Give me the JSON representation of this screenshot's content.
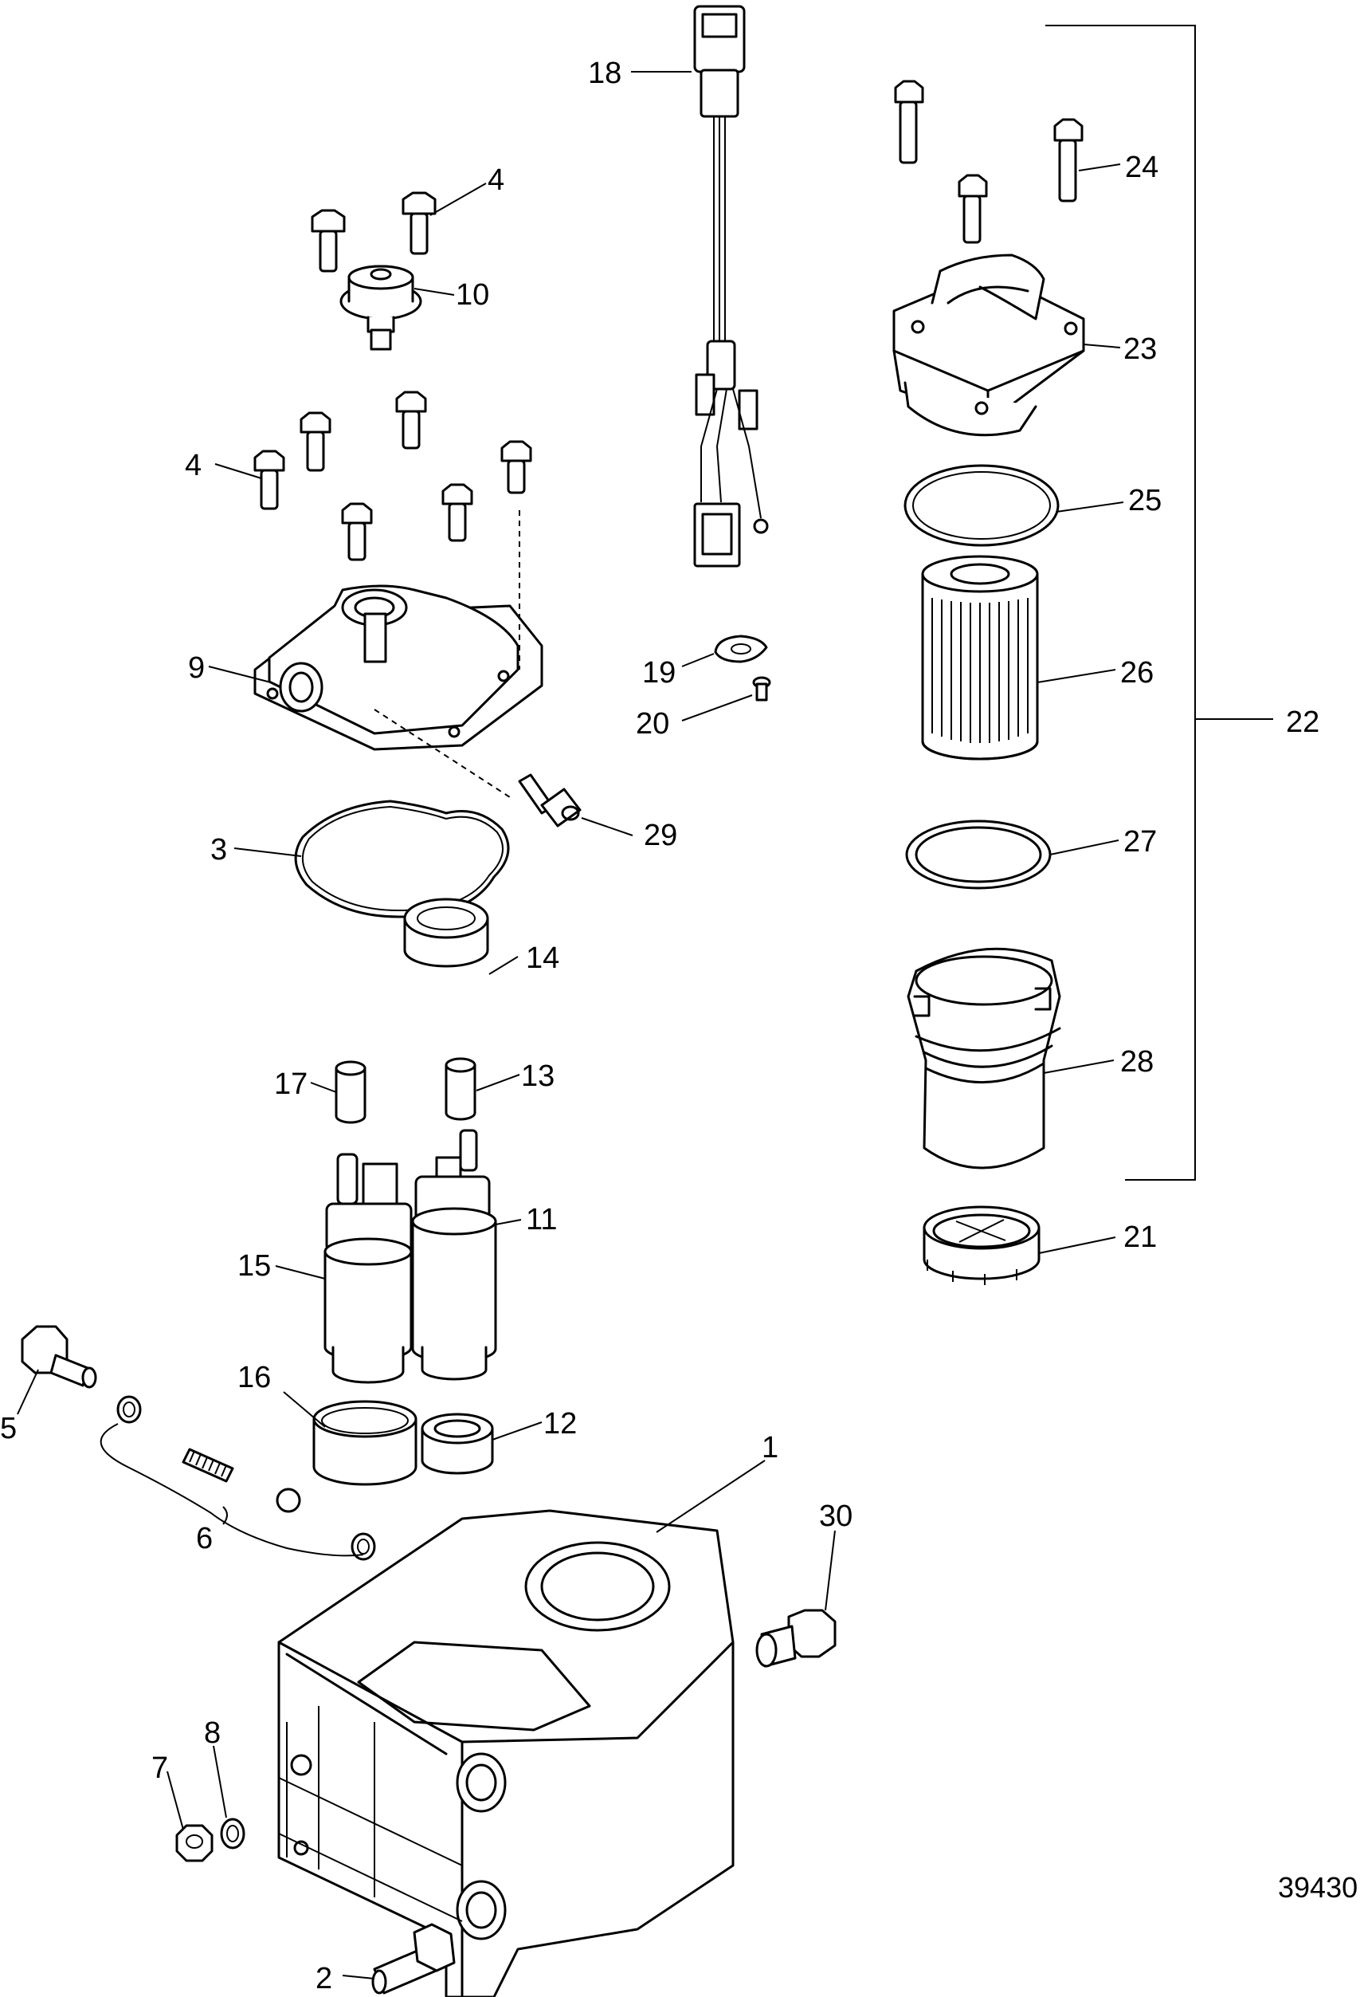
{
  "figure_number": "39430",
  "callouts": [
    {
      "id": "c1",
      "text": "1"
    },
    {
      "id": "c2",
      "text": "2"
    },
    {
      "id": "c3",
      "text": "3"
    },
    {
      "id": "c4a",
      "text": "4"
    },
    {
      "id": "c4b",
      "text": "4"
    },
    {
      "id": "c5",
      "text": "5"
    },
    {
      "id": "c6",
      "text": "6"
    },
    {
      "id": "c7",
      "text": "7"
    },
    {
      "id": "c8",
      "text": "8"
    },
    {
      "id": "c9",
      "text": "9"
    },
    {
      "id": "c10",
      "text": "10"
    },
    {
      "id": "c11",
      "text": "11"
    },
    {
      "id": "c12",
      "text": "12"
    },
    {
      "id": "c13",
      "text": "13"
    },
    {
      "id": "c14",
      "text": "14"
    },
    {
      "id": "c15",
      "text": "15"
    },
    {
      "id": "c16",
      "text": "16"
    },
    {
      "id": "c17",
      "text": "17"
    },
    {
      "id": "c18",
      "text": "18"
    },
    {
      "id": "c19",
      "text": "19"
    },
    {
      "id": "c20",
      "text": "20"
    },
    {
      "id": "c21",
      "text": "21"
    },
    {
      "id": "c22",
      "text": "22"
    },
    {
      "id": "c23",
      "text": "23"
    },
    {
      "id": "c24",
      "text": "24"
    },
    {
      "id": "c25",
      "text": "25"
    },
    {
      "id": "c26",
      "text": "26"
    },
    {
      "id": "c27",
      "text": "27"
    },
    {
      "id": "c28",
      "text": "28"
    },
    {
      "id": "c29",
      "text": "29"
    },
    {
      "id": "c30",
      "text": "30"
    }
  ]
}
